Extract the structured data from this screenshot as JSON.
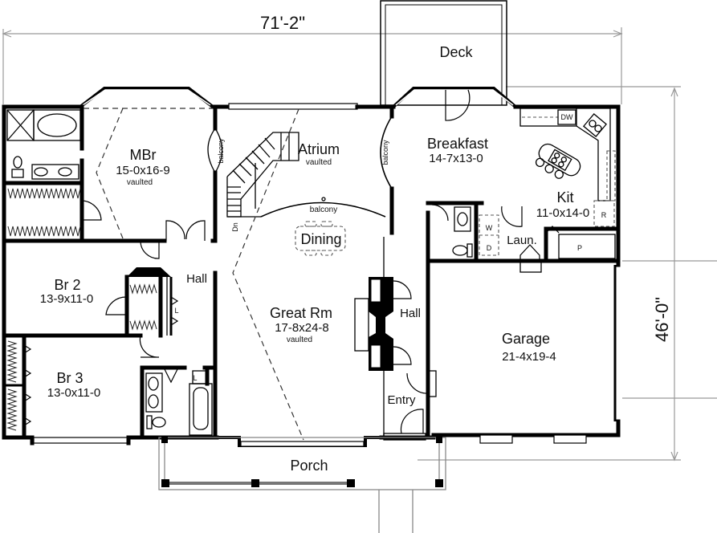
{
  "plan": {
    "overall_width": "71'-2\"",
    "overall_depth": "46'-0\""
  },
  "rooms": {
    "deck": {
      "name": "Deck"
    },
    "master_bedroom": {
      "name": "MBr",
      "size": "15-0x16-9",
      "note": "vaulted"
    },
    "atrium": {
      "name": "Atrium",
      "note": "vaulted"
    },
    "breakfast": {
      "name": "Breakfast",
      "size": "14-7x13-0"
    },
    "kitchen": {
      "name": "Kit",
      "size": "11-0x14-0"
    },
    "laundry": {
      "name": "Laun."
    },
    "dining": {
      "name": "Dining"
    },
    "bedroom_2": {
      "name": "Br 2",
      "size": "13-9x11-0"
    },
    "bedroom_3": {
      "name": "Br 3",
      "size": "13-0x11-0"
    },
    "hall_bedrooms": {
      "name": "Hall"
    },
    "hall_entry": {
      "name": "Hall"
    },
    "great_room": {
      "name": "Great Rm",
      "size": "17-8x24-8",
      "note": "vaulted"
    },
    "entry": {
      "name": "Entry"
    },
    "garage": {
      "name": "Garage",
      "size": "21-4x19-4"
    },
    "porch": {
      "name": "Porch"
    }
  },
  "labels": {
    "balcony": "balcony",
    "stairs_down": "Dn",
    "dishwasher": "DW",
    "washer": "W",
    "dryer": "D",
    "refrigerator": "R",
    "pantry": "P",
    "linen": "L"
  }
}
